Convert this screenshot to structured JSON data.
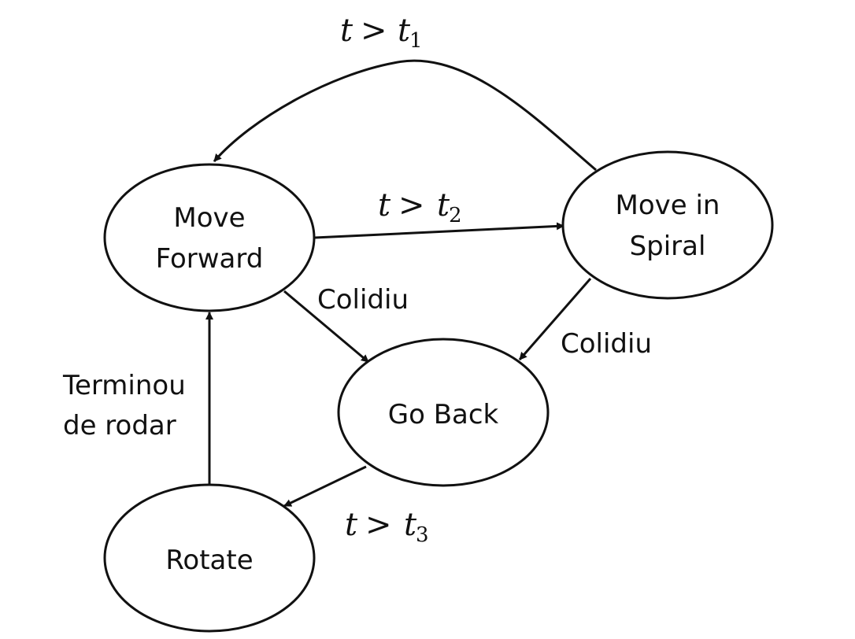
{
  "diagram": {
    "states": [
      {
        "id": "move-forward",
        "lines": [
          "Move",
          "Forward"
        ]
      },
      {
        "id": "move-in-spiral",
        "lines": [
          "Move in",
          "Spiral"
        ]
      },
      {
        "id": "go-back",
        "lines": [
          "Go Back"
        ]
      },
      {
        "id": "rotate",
        "lines": [
          "Rotate"
        ]
      }
    ],
    "transitions": [
      {
        "id": "t1",
        "from": "move-in-spiral",
        "to": "move-forward",
        "label": {
          "var": "t",
          "op": ">",
          "base": "t",
          "sub": "1"
        }
      },
      {
        "id": "t2",
        "from": "move-forward",
        "to": "move-in-spiral",
        "label": {
          "var": "t",
          "op": ">",
          "base": "t",
          "sub": "2"
        }
      },
      {
        "id": "colidiu-a",
        "from": "move-forward",
        "to": "go-back",
        "text": "Colidiu"
      },
      {
        "id": "colidiu-b",
        "from": "move-in-spiral",
        "to": "go-back",
        "text": "Colidiu"
      },
      {
        "id": "t3",
        "from": "go-back",
        "to": "rotate",
        "label": {
          "var": "t",
          "op": ">",
          "base": "t",
          "sub": "3"
        }
      },
      {
        "id": "terminou",
        "from": "rotate",
        "to": "move-forward",
        "lines": [
          "Terminou",
          "de rodar"
        ]
      }
    ]
  }
}
